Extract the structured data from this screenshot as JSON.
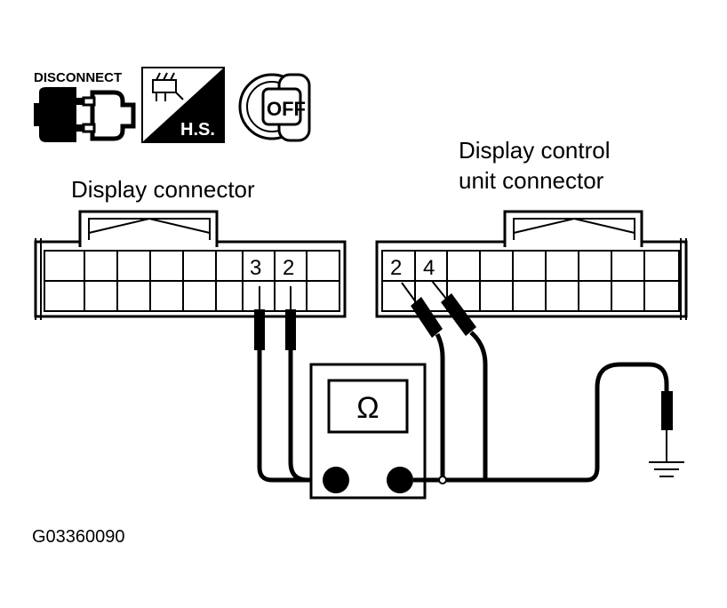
{
  "icons": {
    "disconnect_label": "DISCONNECT",
    "hs_label": "H.S.",
    "off_label": "OFF"
  },
  "left_connector": {
    "title": "Display connector",
    "pins": [
      "3",
      "2"
    ]
  },
  "right_connector": {
    "title_line1": "Display control",
    "title_line2": "unit connector",
    "pins": [
      "2",
      "4"
    ]
  },
  "meter": {
    "symbol": "Ω"
  },
  "figure_id": "G03360090"
}
